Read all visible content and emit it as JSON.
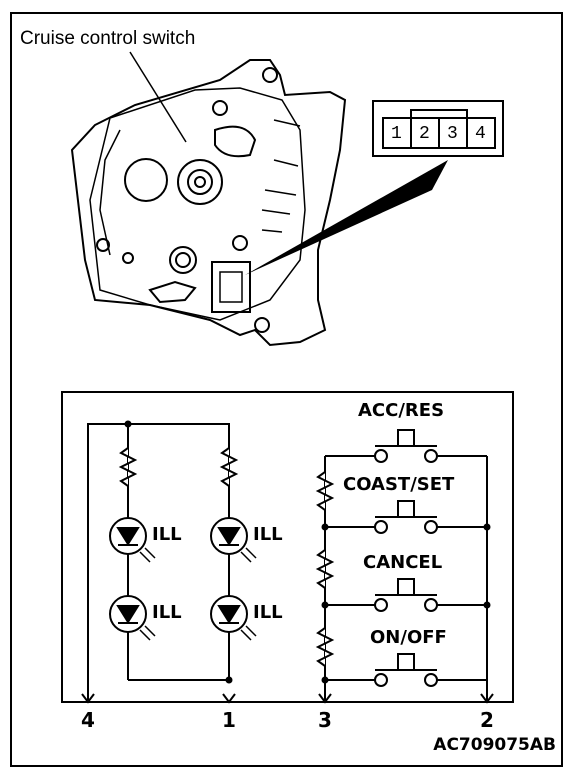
{
  "title": "Cruise control switch",
  "connector_pins": [
    "1",
    "2",
    "3",
    "4"
  ],
  "switches": [
    "ACC/RES",
    "COAST/SET",
    "CANCEL",
    "ON/OFF"
  ],
  "lamp_label": "ILL",
  "terminals": [
    "4",
    "1",
    "3",
    "2"
  ],
  "figure_code": "AC709075AB"
}
